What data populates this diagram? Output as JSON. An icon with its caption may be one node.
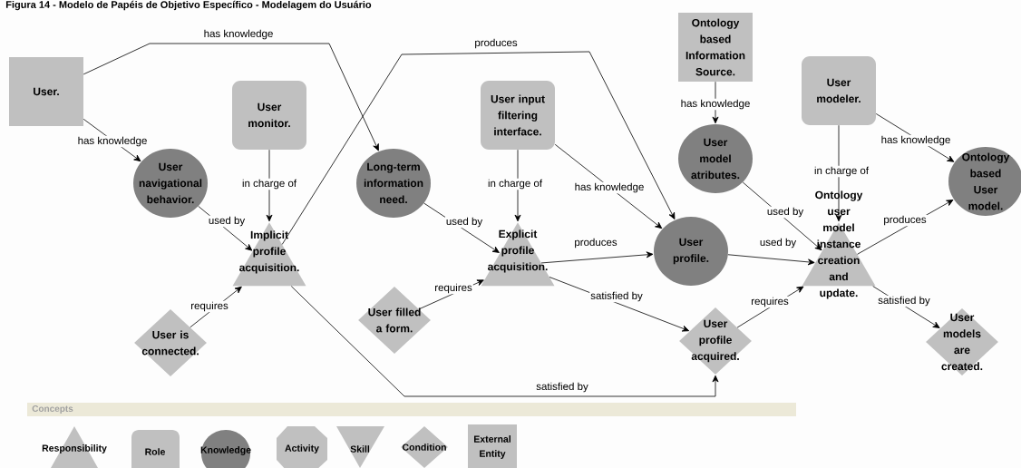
{
  "diagram": {
    "title": "Figura 14 - Modelo de Papéis de Objetivo Específico - Modelagem do Usuário",
    "nodes": [
      {
        "text": [
          "User."
        ]
      },
      {
        "text": [
          "User monitor."
        ]
      },
      {
        "text": [
          "User navigational behavior."
        ]
      },
      {
        "text": [
          "Implicit profile acquisition."
        ]
      },
      {
        "text": [
          "Long-term information need."
        ]
      },
      {
        "text": [
          "User input filtering interface."
        ]
      },
      {
        "text": [
          "Explicit profile acquisition."
        ]
      },
      {
        "text": [
          "User is connected."
        ]
      },
      {
        "text": [
          "User filled a form."
        ]
      },
      {
        "text": [
          "Ontology based Information Source."
        ]
      },
      {
        "text": [
          "User model atributes."
        ]
      },
      {
        "text": [
          "User profile."
        ]
      },
      {
        "text": [
          "User modeler."
        ]
      },
      {
        "text": [
          "Ontology user model instance creation and update."
        ]
      },
      {
        "text": [
          "Ontology based User model."
        ]
      },
      {
        "text": [
          "User profile acquired."
        ]
      },
      {
        "text": [
          "User models are created."
        ]
      }
    ],
    "edges": [
      {
        "from": 0,
        "to": 2,
        "arrow": "to",
        "label": "has knowledge"
      },
      {
        "from": 0,
        "to": 4,
        "arrow": "to",
        "label": "has knowledge"
      },
      {
        "from": 1,
        "to": 3,
        "arrow": "to",
        "label": "in charge of"
      },
      {
        "from": 2,
        "to": 3,
        "arrow": "to",
        "label": "used by"
      },
      {
        "from": 3,
        "to": 11,
        "arrow": "to",
        "label": "produces"
      },
      {
        "from": 7,
        "to": 3,
        "arrow": "to",
        "label": "requires"
      },
      {
        "from": 3,
        "to": 15,
        "arrow": "to",
        "label": "satisfied by"
      },
      {
        "from": 4,
        "to": 6,
        "arrow": "to",
        "label": "used by"
      },
      {
        "from": 5,
        "to": 6,
        "arrow": "to",
        "label": "in charge of"
      },
      {
        "from": 5,
        "to": 11,
        "arrow": "to",
        "label": "has knowledge"
      },
      {
        "from": 8,
        "to": 6,
        "arrow": "to",
        "label": "requires"
      },
      {
        "from": 6,
        "to": 11,
        "arrow": "to",
        "label": "produces"
      },
      {
        "from": 6,
        "to": 15,
        "arrow": "to",
        "label": "satisfied by"
      },
      {
        "from": 9,
        "to": 10,
        "arrow": "to",
        "label": "has knowledge"
      },
      {
        "from": 10,
        "to": 13,
        "arrow": "to",
        "label": "used by"
      },
      {
        "from": 11,
        "to": 13,
        "arrow": "to",
        "label": "used by"
      },
      {
        "from": 12,
        "to": 13,
        "arrow": "to",
        "label": "in charge of"
      },
      {
        "from": 12,
        "to": 14,
        "arrow": "to",
        "label": "has knowledge"
      },
      {
        "from": 13,
        "to": 14,
        "arrow": "to",
        "label": "produces"
      },
      {
        "from": 15,
        "to": 13,
        "arrow": "to",
        "label": "requires"
      },
      {
        "from": 13,
        "to": 16,
        "arrow": "to",
        "label": "satisfied by"
      }
    ],
    "labels": [
      "Concepts"
    ],
    "legend": [
      {
        "text": "Responsibility"
      },
      {
        "text": "Role"
      },
      {
        "text": "Knowledge"
      },
      {
        "text": "Activity"
      },
      {
        "text": "Skill"
      },
      {
        "text": "Condition"
      },
      {
        "text": "External Entity"
      }
    ]
  }
}
